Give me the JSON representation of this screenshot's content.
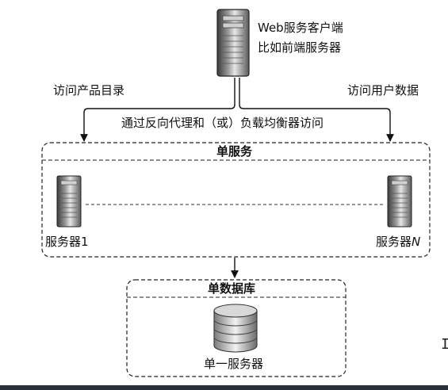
{
  "client": {
    "line1": "Web服务客户端",
    "line2": "比如前端服务器"
  },
  "arrows": {
    "left_label": "访问产品目录",
    "right_label": "访问用户数据",
    "middle_label": "通过反向代理和（或）负载均衡器访问"
  },
  "service_group": {
    "title": "单服务",
    "server_left_label": "服务器1",
    "server_right_label": "服务器",
    "server_right_suffix": "N"
  },
  "database_group": {
    "title": "单数据库",
    "db_label": "单一服务器"
  },
  "cursor_glyph": "I"
}
